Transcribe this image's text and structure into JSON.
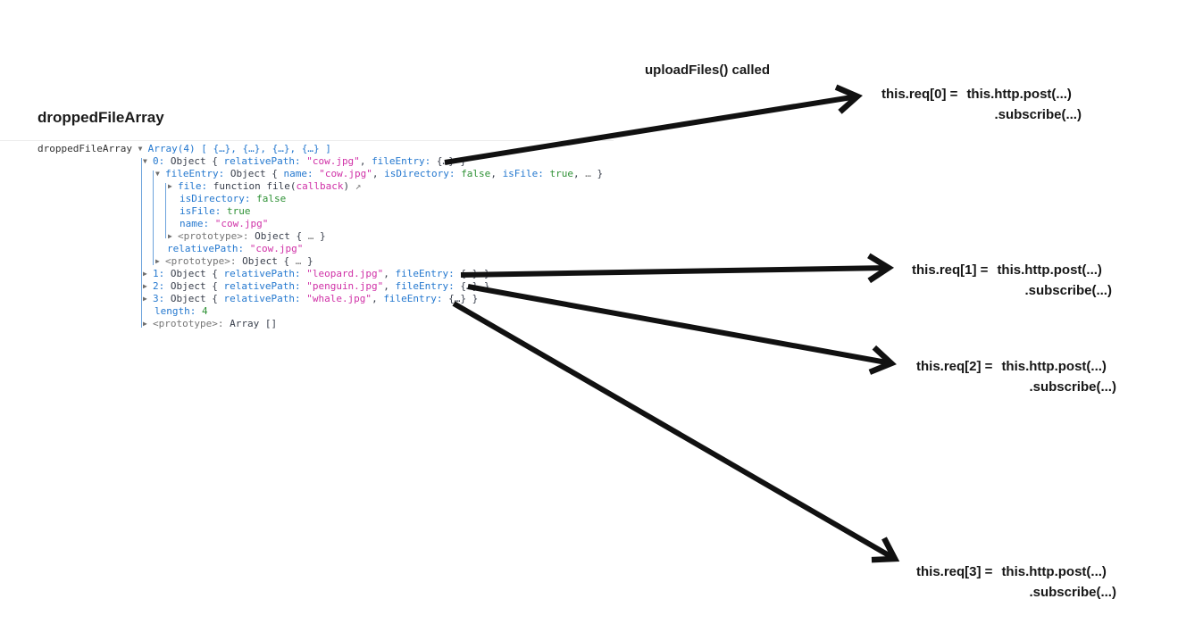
{
  "headings": {
    "dropped_file_array": "droppedFileArray",
    "upload_files_called": "uploadFiles() called"
  },
  "console": {
    "var_label": "droppedFileArray",
    "rows": [
      {
        "d": 0,
        "t": "v",
        "label": true,
        "s": [
          [
            "blue",
            "Array(4) [ {…}, {…}, {…}, {…} ]"
          ]
        ]
      },
      {
        "d": 1,
        "t": "v",
        "s": [
          [
            "key",
            "0:"
          ],
          [
            "plain",
            " Object { "
          ],
          [
            "key",
            "relativePath:"
          ],
          [
            "plain",
            " "
          ],
          [
            "str",
            "\"cow.jpg\""
          ],
          [
            "plain",
            ", "
          ],
          [
            "key",
            "fileEntry:"
          ],
          [
            "plain",
            " {…} }"
          ]
        ]
      },
      {
        "d": 2,
        "t": "v",
        "s": [
          [
            "key",
            "fileEntry:"
          ],
          [
            "plain",
            " Object { "
          ],
          [
            "key",
            "name:"
          ],
          [
            "plain",
            " "
          ],
          [
            "str",
            "\"cow.jpg\""
          ],
          [
            "plain",
            ", "
          ],
          [
            "key",
            "isDirectory:"
          ],
          [
            "plain",
            " "
          ],
          [
            "bool",
            "false"
          ],
          [
            "plain",
            ", "
          ],
          [
            "key",
            "isFile:"
          ],
          [
            "plain",
            " "
          ],
          [
            "bool",
            "true"
          ],
          [
            "plain",
            ", "
          ],
          [
            "dim",
            "…"
          ],
          [
            "plain",
            " }"
          ]
        ]
      },
      {
        "d": 3,
        "t": "r",
        "s": [
          [
            "key",
            "file:"
          ],
          [
            "plain",
            " function file("
          ],
          [
            "str",
            "callback"
          ],
          [
            "plain",
            ")"
          ],
          [
            "dim",
            " ↗"
          ]
        ]
      },
      {
        "d": 3,
        "s": [
          [
            "key",
            "isDirectory:"
          ],
          [
            "plain",
            " "
          ],
          [
            "bool",
            "false"
          ]
        ]
      },
      {
        "d": 3,
        "s": [
          [
            "key",
            "isFile:"
          ],
          [
            "plain",
            " "
          ],
          [
            "bool",
            "true"
          ]
        ]
      },
      {
        "d": 3,
        "s": [
          [
            "key",
            "name:"
          ],
          [
            "plain",
            " "
          ],
          [
            "str",
            "\"cow.jpg\""
          ]
        ]
      },
      {
        "d": 3,
        "t": "r",
        "s": [
          [
            "dim",
            "<prototype>: "
          ],
          [
            "plain",
            "Object { "
          ],
          [
            "dim",
            "…"
          ],
          [
            "plain",
            " }"
          ]
        ]
      },
      {
        "d": 2,
        "s": [
          [
            "key",
            "relativePath:"
          ],
          [
            "plain",
            " "
          ],
          [
            "str",
            "\"cow.jpg\""
          ]
        ]
      },
      {
        "d": 2,
        "t": "r",
        "s": [
          [
            "dim",
            "<prototype>: "
          ],
          [
            "plain",
            "Object { "
          ],
          [
            "dim",
            "…"
          ],
          [
            "plain",
            " }"
          ]
        ]
      },
      {
        "d": 1,
        "t": "r",
        "s": [
          [
            "key",
            "1:"
          ],
          [
            "plain",
            " Object { "
          ],
          [
            "key",
            "relativePath:"
          ],
          [
            "plain",
            " "
          ],
          [
            "str",
            "\"leopard.jpg\""
          ],
          [
            "plain",
            ", "
          ],
          [
            "key",
            "fileEntry:"
          ],
          [
            "plain",
            " {…} }"
          ]
        ]
      },
      {
        "d": 1,
        "t": "r",
        "s": [
          [
            "key",
            "2:"
          ],
          [
            "plain",
            " Object { "
          ],
          [
            "key",
            "relativePath:"
          ],
          [
            "plain",
            " "
          ],
          [
            "str",
            "\"penguin.jpg\""
          ],
          [
            "plain",
            ", "
          ],
          [
            "key",
            "fileEntry:"
          ],
          [
            "plain",
            " {…} }"
          ]
        ]
      },
      {
        "d": 1,
        "t": "r",
        "s": [
          [
            "key",
            "3:"
          ],
          [
            "plain",
            " Object { "
          ],
          [
            "key",
            "relativePath:"
          ],
          [
            "plain",
            " "
          ],
          [
            "str",
            "\"whale.jpg\""
          ],
          [
            "plain",
            ", "
          ],
          [
            "key",
            "fileEntry:"
          ],
          [
            "plain",
            " {…} }"
          ]
        ]
      },
      {
        "d": 1,
        "s": [
          [
            "key",
            "length:"
          ],
          [
            "plain",
            " "
          ],
          [
            "bool",
            "4"
          ]
        ]
      },
      {
        "d": 1,
        "t": "r",
        "s": [
          [
            "dim",
            "<prototype>: "
          ],
          [
            "plain",
            "Array []"
          ]
        ]
      }
    ]
  },
  "req_labels": [
    {
      "lhs": "this.req[0] =",
      "line1": "this.http.post(...)",
      "line2": ".subscribe(...)"
    },
    {
      "lhs": "this.req[1] =",
      "line1": "this.http.post(...)",
      "line2": ".subscribe(...)"
    },
    {
      "lhs": "this.req[2] =",
      "line1": "this.http.post(...)",
      "line2": ".subscribe(...)"
    },
    {
      "lhs": "this.req[3] =",
      "line1": "this.http.post(...)",
      "line2": ".subscribe(...)"
    }
  ],
  "colors": {
    "key_blue": "#2478cf",
    "string_magenta": "#d031a7",
    "boolean_green": "#2e9135",
    "muted_gray": "#767676",
    "console_text": "#393f4c",
    "arrow_black": "#111111",
    "indent_guide_blue": "#6da3dc"
  }
}
